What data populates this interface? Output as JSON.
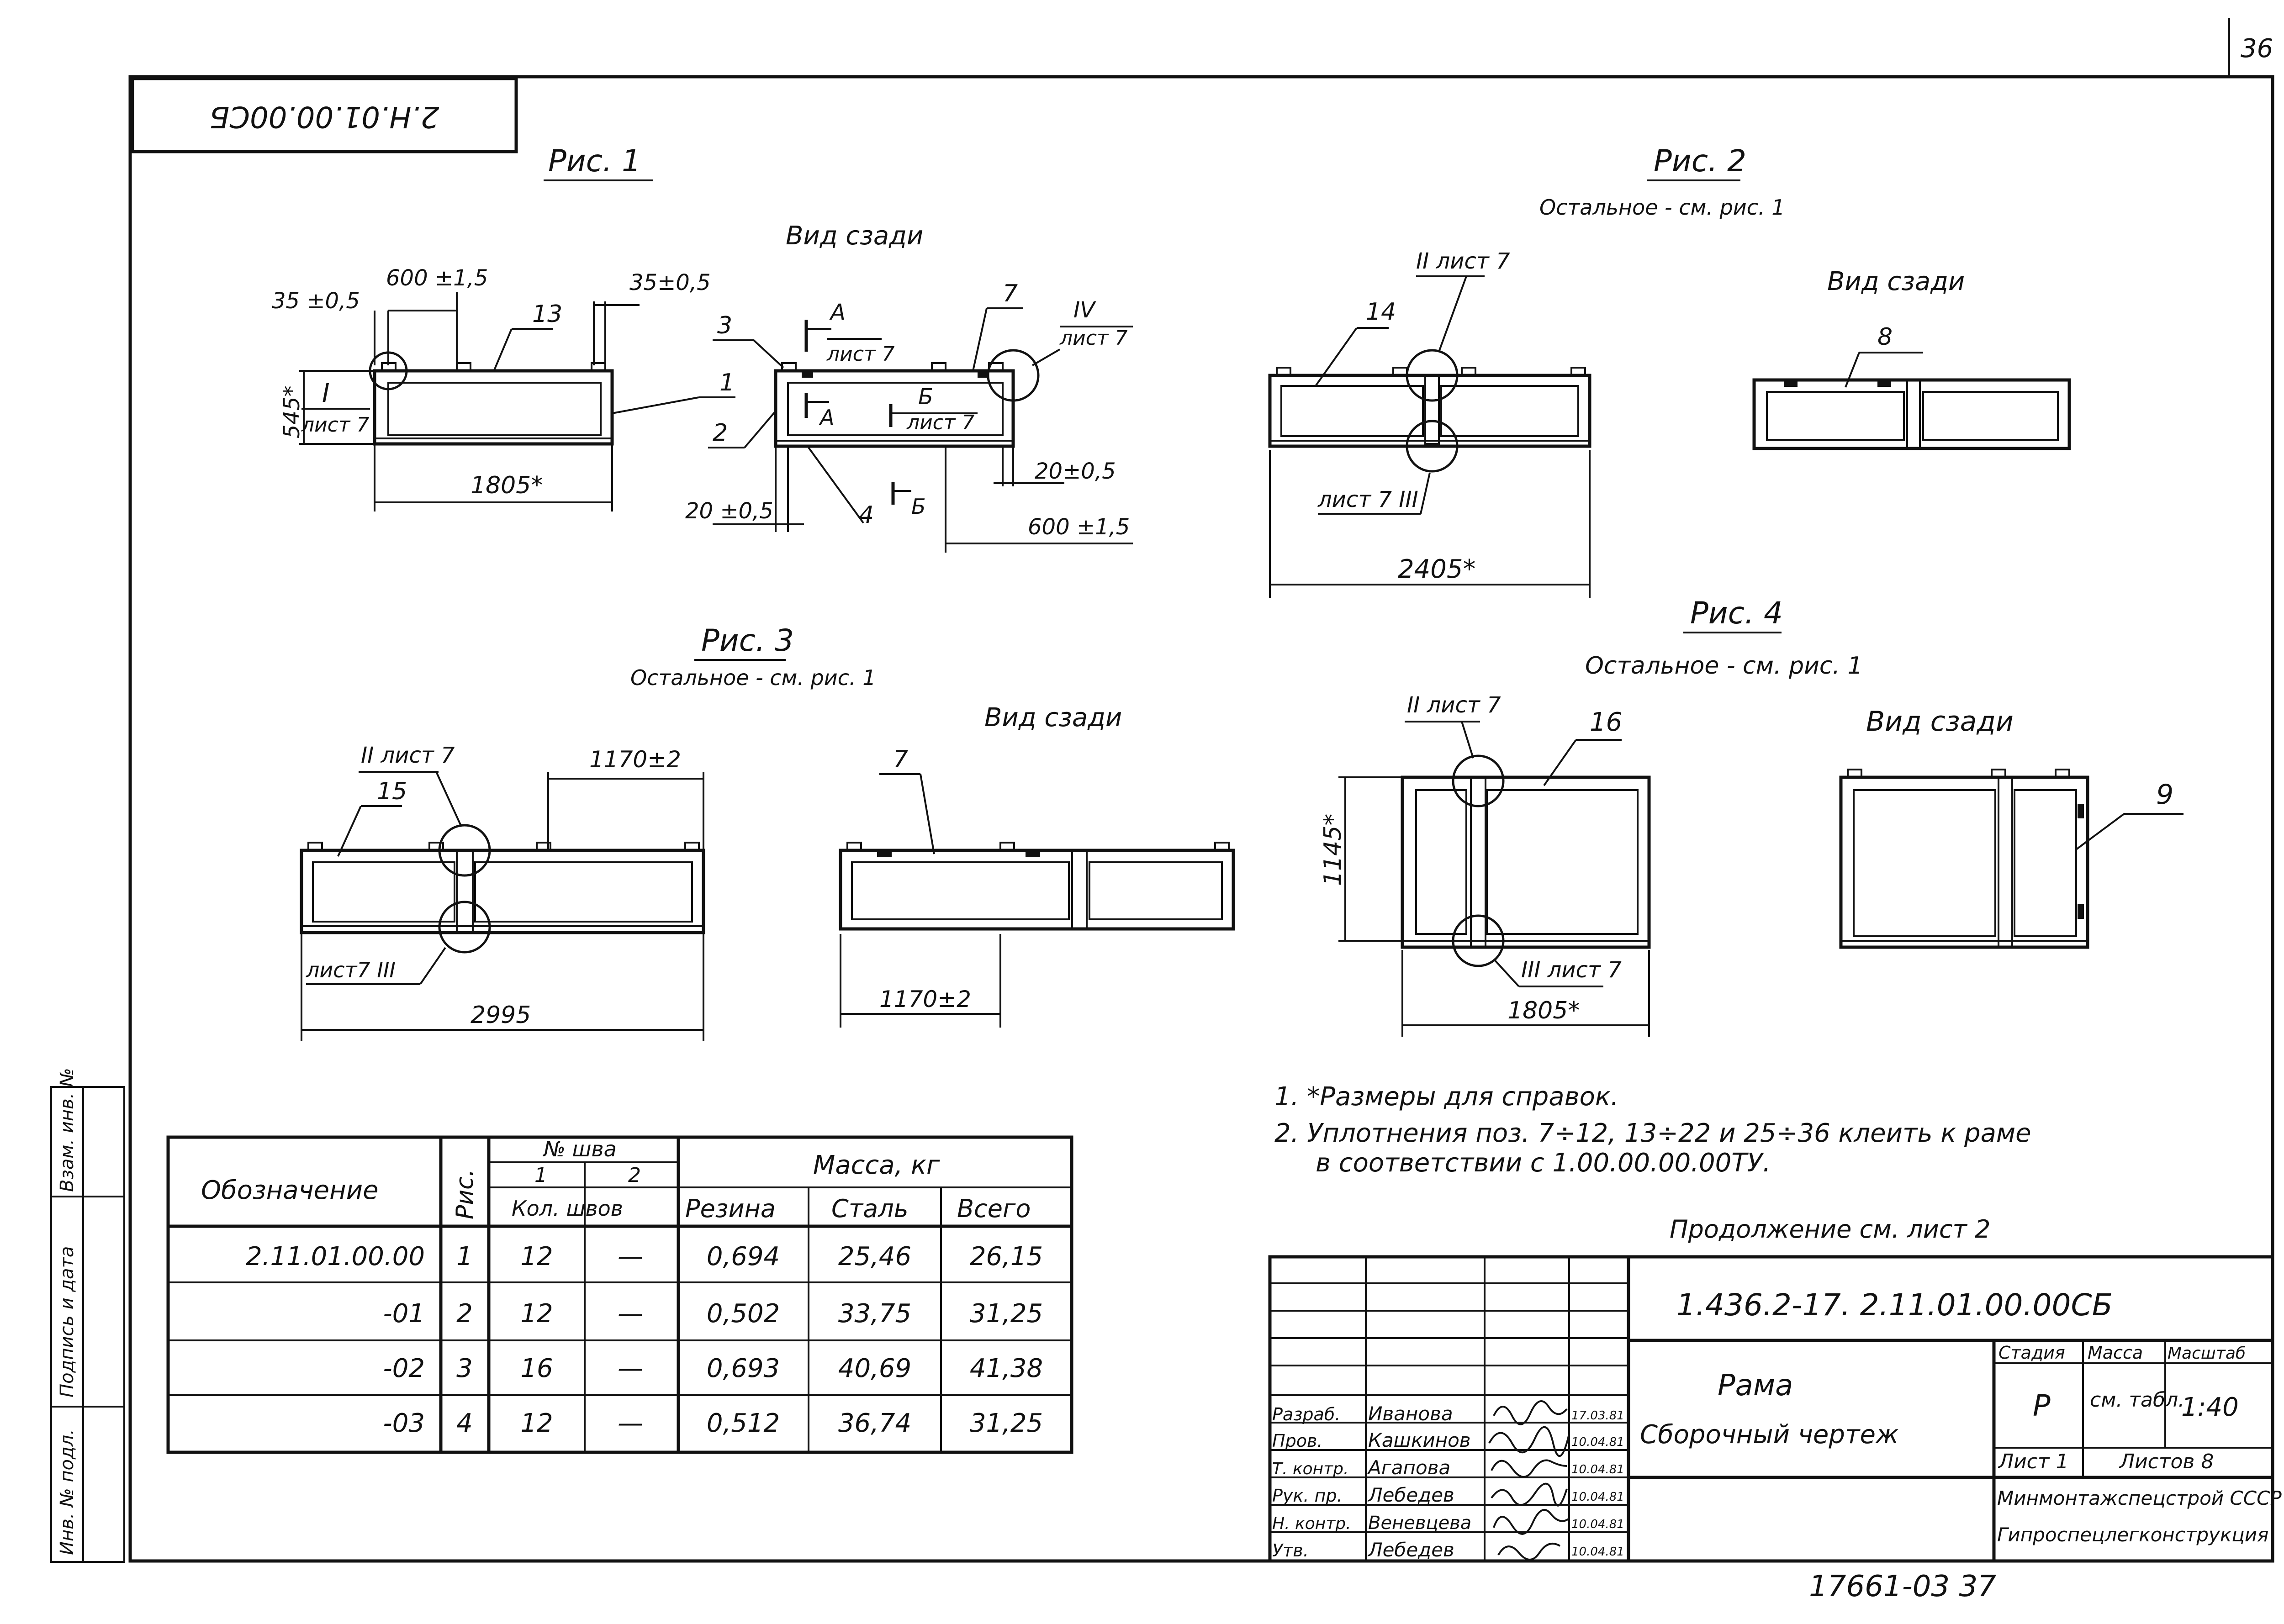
{
  "sheet_number": "36",
  "frame_stamp": "2.Н.01.00.00СБ",
  "fig1": {
    "title": "Рис. 1",
    "view": "Вид сзади",
    "dims": [
      "35 ±0,5",
      "600 ±1,5",
      "35±0,5",
      "545*",
      "1805*",
      "20 ±0,5",
      "20±0,5",
      "600 ±1,5"
    ],
    "callouts": [
      "13",
      "1",
      "2",
      "3",
      "4",
      "7"
    ],
    "node_I": "I",
    "node_I_sheet": "лист 7",
    "node_IV": "IV",
    "node_IV_sheet": "лист 7",
    "section_A": "А",
    "section_A_sheet": "лист 7",
    "section_A_mark": "А",
    "section_B": "Б",
    "section_B_sheet": "лист 7",
    "section_B_mark": "Б"
  },
  "fig2": {
    "title": "Рис. 2",
    "subtitle": "Остальное - см. рис. 1",
    "view": "Вид сзади",
    "top_ref": "II лист 7",
    "bottom_ref": "лист 7 III",
    "callouts": [
      "14",
      "8"
    ],
    "dim": "2405*"
  },
  "fig3": {
    "title": "Рис. 3",
    "subtitle": "Остальное - см. рис. 1",
    "view": "Вид сзади",
    "top_ref": "II лист 7",
    "bottom_ref": "лист7 III",
    "callouts": [
      "15",
      "7"
    ],
    "dim_top": "1170±2",
    "dim_bottom": "2995",
    "dim_right": "1170±2"
  },
  "fig4": {
    "title": "Рис. 4",
    "subtitle": "Остальное - см. рис. 1",
    "view": "Вид сзади",
    "top_ref": "II лист 7",
    "bottom_ref": "III лист 7",
    "callouts": [
      "16",
      "9"
    ],
    "dim_left": "1145*",
    "dim_bottom": "1805*"
  },
  "notes": [
    "1. *Размеры для справок.",
    "2. Уплотнения поз. 7÷12, 13÷22 и 25÷36 клеить к раме",
    "в соответствии с 1.00.00.00.00ТУ."
  ],
  "continuation": "Продолжение см. лист 2",
  "spec_table": {
    "col_designation": "Обозначение",
    "col_fig": "Рис.",
    "col_weld": "№ шва",
    "col_weld_1": "1",
    "col_weld_2": "2",
    "col_weld_count": "Кол. швов",
    "col_mass": "Масса, кг",
    "col_rubber": "Резина",
    "col_steel": "Сталь",
    "col_total": "Всего",
    "rows": [
      {
        "designation": "2.11.01.00.00",
        "fig": "1",
        "w1": "12",
        "w2": "—",
        "rubber": "0,694",
        "steel": "25,46",
        "total": "26,15"
      },
      {
        "designation": "-01",
        "fig": "2",
        "w1": "12",
        "w2": "—",
        "rubber": "0,502",
        "steel": "33,75",
        "total": "31,25"
      },
      {
        "designation": "-02",
        "fig": "3",
        "w1": "16",
        "w2": "—",
        "rubber": "0,693",
        "steel": "40,69",
        "total": "41,38"
      },
      {
        "designation": "-03",
        "fig": "4",
        "w1": "12",
        "w2": "—",
        "rubber": "0,512",
        "steel": "36,74",
        "total": "31,25"
      }
    ]
  },
  "side_stamp": [
    "Взам. инв. №",
    "Подпись и дата",
    "Инв. № подл."
  ],
  "title_block": {
    "code": "1.436.2-17. 2.11.01.00.00СБ",
    "name": "Рама",
    "doc_type": "Сборочный чертеж",
    "stage_label": "Стадия",
    "mass_label": "Масса",
    "scale_label": "Масштаб",
    "stage": "Р",
    "mass": "см. табл.",
    "scale": "1:40",
    "sheet": "Лист 1",
    "sheets": "Листов 8",
    "org1": "Минмонтажспецстрой СССР",
    "org2": "Гипроспецлегконструкция",
    "signers": [
      {
        "role": "Разраб.",
        "name": "Иванова",
        "date": "17.03.81"
      },
      {
        "role": "Пров.",
        "name": "Кашкинов",
        "date": "10.04.81"
      },
      {
        "role": "Т. контр.",
        "name": "Агапова",
        "date": "10.04.81"
      },
      {
        "role": "Рук. пр.",
        "name": "Лебедев",
        "date": "10.04.81"
      },
      {
        "role": "Н. контр.",
        "name": "Веневцева",
        "date": "10.04.81"
      },
      {
        "role": "Утв.",
        "name": "Лебедев",
        "date": "10.04.81"
      }
    ]
  },
  "bottom_code": "17661-03 37"
}
